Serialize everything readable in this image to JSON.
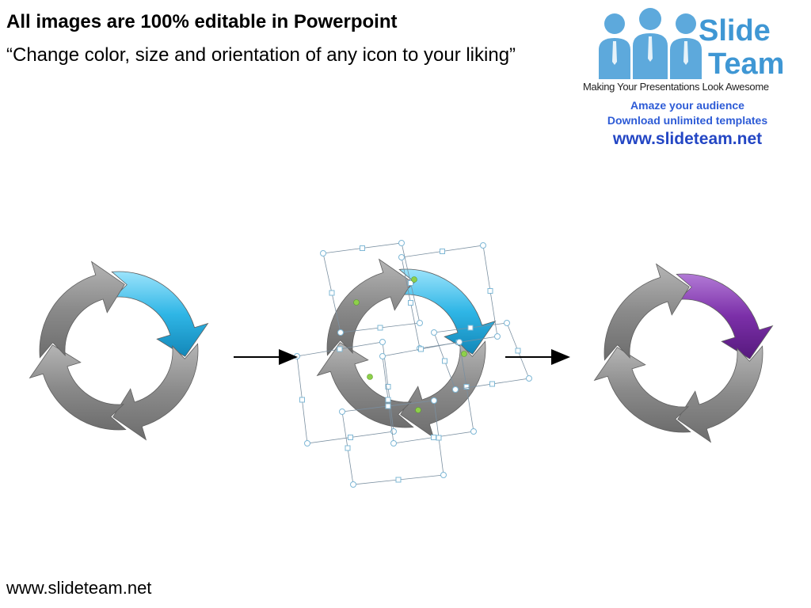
{
  "header": {
    "title": "All images are 100% editable in Powerpoint",
    "subtitle": "“Change color, size and orientation of any icon to your liking”"
  },
  "logo": {
    "brand_line1": "Slide",
    "brand_line2": "Team",
    "tagline": "Making Your Presentations Look Awesome",
    "line1": "Amaze your audience",
    "line2": "Download unlimited templates",
    "url": "www.slideteam.net",
    "color": "#3f97d4"
  },
  "footer": {
    "url": "www.slideteam.net"
  },
  "diagrams": {
    "cycle_gray": "#8a8a8a",
    "cycle1_accent": "#2fb6e6",
    "cycle2_accent": "#2fb6e6",
    "cycle3_accent": "#7b2fa8",
    "selection_handle_color": "#7fb8d6",
    "rotate_handle_color": "#8ed04a"
  },
  "icons": [
    "people-icon",
    "cycle-arrow-icon",
    "right-arrow-icon"
  ]
}
